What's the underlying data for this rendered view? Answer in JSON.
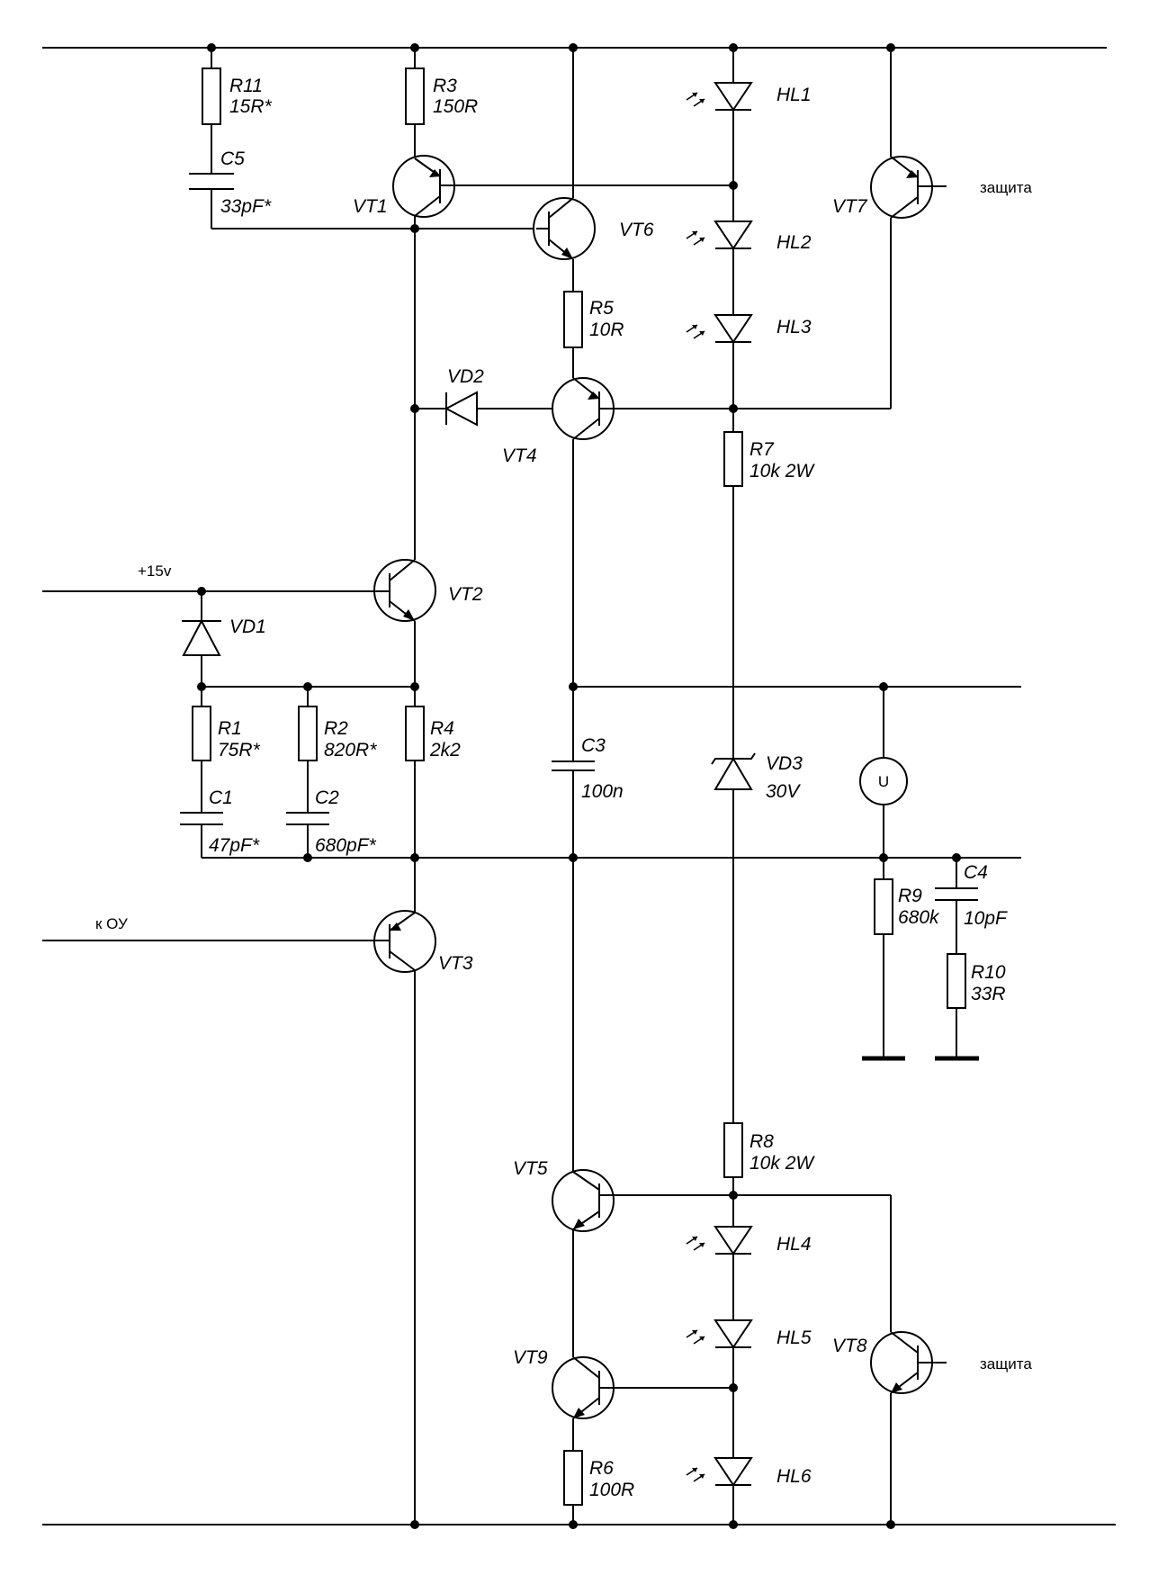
{
  "net_labels": {
    "plus15": "+15v",
    "to_opamp": "к ОУ",
    "protect_top": "защита",
    "protect_bottom": "защита"
  },
  "meter_symbol": "U",
  "components": {
    "R11": {
      "ref": "R11",
      "value": "15R*"
    },
    "R3": {
      "ref": "R3",
      "value": "150R"
    },
    "C5": {
      "ref": "C5",
      "value": "33pF*"
    },
    "VT1": {
      "ref": "VT1"
    },
    "VT6": {
      "ref": "VT6"
    },
    "VT7": {
      "ref": "VT7"
    },
    "HL1": {
      "ref": "HL1"
    },
    "HL2": {
      "ref": "HL2"
    },
    "HL3": {
      "ref": "HL3"
    },
    "R5": {
      "ref": "R5",
      "value": "10R"
    },
    "VD2": {
      "ref": "VD2"
    },
    "VT4": {
      "ref": "VT4"
    },
    "R7": {
      "ref": "R7",
      "value": "10k 2W"
    },
    "VT2": {
      "ref": "VT2"
    },
    "VD1": {
      "ref": "VD1"
    },
    "R1": {
      "ref": "R1",
      "value": "75R*"
    },
    "R2": {
      "ref": "R2",
      "value": "820R*"
    },
    "R4": {
      "ref": "R4",
      "value": "2k2"
    },
    "C1": {
      "ref": "C1",
      "value": "47pF*"
    },
    "C2": {
      "ref": "C2",
      "value": "680pF*"
    },
    "C3": {
      "ref": "C3",
      "value": "100n"
    },
    "VD3": {
      "ref": "VD3",
      "value": "30V"
    },
    "C4": {
      "ref": "C4",
      "value": "10pF"
    },
    "R9": {
      "ref": "R9",
      "value": "680k"
    },
    "R10": {
      "ref": "R10",
      "value": "33R"
    },
    "VT3": {
      "ref": "VT3"
    },
    "R8": {
      "ref": "R8",
      "value": "10k 2W"
    },
    "VT5": {
      "ref": "VT5"
    },
    "HL4": {
      "ref": "HL4"
    },
    "HL5": {
      "ref": "HL5"
    },
    "VT8": {
      "ref": "VT8"
    },
    "VT9": {
      "ref": "VT9"
    },
    "R6": {
      "ref": "R6",
      "value": "100R"
    },
    "HL6": {
      "ref": "HL6"
    }
  }
}
